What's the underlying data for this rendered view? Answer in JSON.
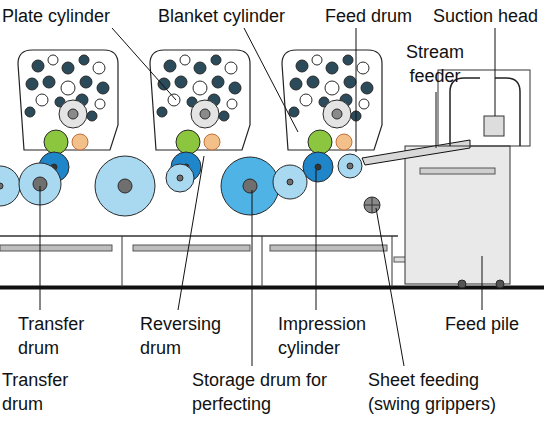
{
  "diagram": {
    "labels": [
      "Plate cylinder",
      "Blanket cylinder",
      "Feed drum",
      "Suction head",
      "Stream feeder",
      "Transfer drum",
      "Reversing drum",
      "Impression cylinder",
      "Feed pile",
      "Transfer drum",
      "Storage drum for perfecting",
      "Sheet feeding (swing grippers)"
    ]
  }
}
